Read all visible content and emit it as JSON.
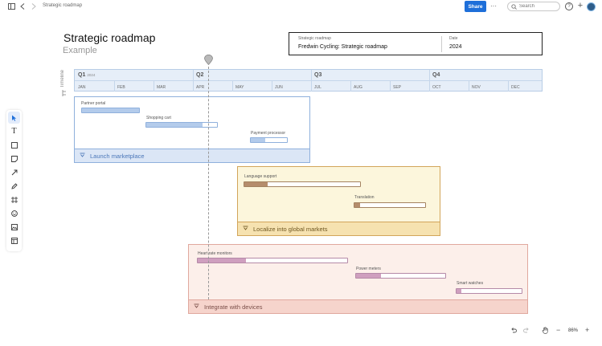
{
  "topbar": {
    "breadcrumb": "Strategic roadmap",
    "share_label": "Share",
    "more_label": "···",
    "search_placeholder": "Search",
    "help_glyph": "?",
    "add_glyph": "+"
  },
  "document": {
    "title": "Strategic roadmap",
    "subtitle": "Example"
  },
  "info": {
    "left_label": "Strategic roadmap",
    "left_value": "Fredwin Cycling: Strategic roadmap",
    "right_label": "Date",
    "right_value": "2024"
  },
  "timeline": {
    "label": "Timeline",
    "quarters": [
      {
        "name": "Q1",
        "year": "2024"
      },
      {
        "name": "Q2",
        "year": ""
      },
      {
        "name": "Q3",
        "year": ""
      },
      {
        "name": "Q4",
        "year": ""
      }
    ],
    "months": [
      "JAN",
      "FEB",
      "MAR",
      "APR",
      "MAY",
      "JUN",
      "JUL",
      "AUG",
      "SEP",
      "OCT",
      "NOV",
      "DEC"
    ]
  },
  "groups": [
    {
      "name": "Launch marketplace",
      "colors": {
        "border": "#8fb0dc",
        "bg": "#ffffff",
        "footer": "#dbe6f6",
        "text": "#4a76b8",
        "bar_border": "#8fb0dc",
        "fill": "#b3cbeb"
      },
      "tasks": [
        {
          "label": "Partner portal",
          "progress": 100
        },
        {
          "label": "Shopping cart",
          "progress": 80
        },
        {
          "label": "Payment processor",
          "progress": 40
        }
      ]
    },
    {
      "name": "Localize into global markets",
      "colors": {
        "border": "#d2a55a",
        "bg": "#fcf6dc",
        "footer": "#f6e2b0",
        "text": "#6e5620",
        "bar_border": "#a48361",
        "fill": "#b58d6c"
      },
      "tasks": [
        {
          "label": "Language support",
          "progress": 20
        },
        {
          "label": "Translation",
          "progress": 8
        }
      ]
    },
    {
      "name": "Integrate with devices",
      "colors": {
        "border": "#e0a89e",
        "bg": "#fcefea",
        "footer": "#f6d4cc",
        "text": "#7a4e48",
        "bar_border": "#b58aa8",
        "fill": "#cf9fbf"
      },
      "tasks": [
        {
          "label": "Heart rate monitors",
          "progress": 32
        },
        {
          "label": "Power meters",
          "progress": 28
        },
        {
          "label": "Smart watches",
          "progress": 7
        }
      ]
    }
  ],
  "bottom_bar": {
    "zoom": "86%"
  }
}
